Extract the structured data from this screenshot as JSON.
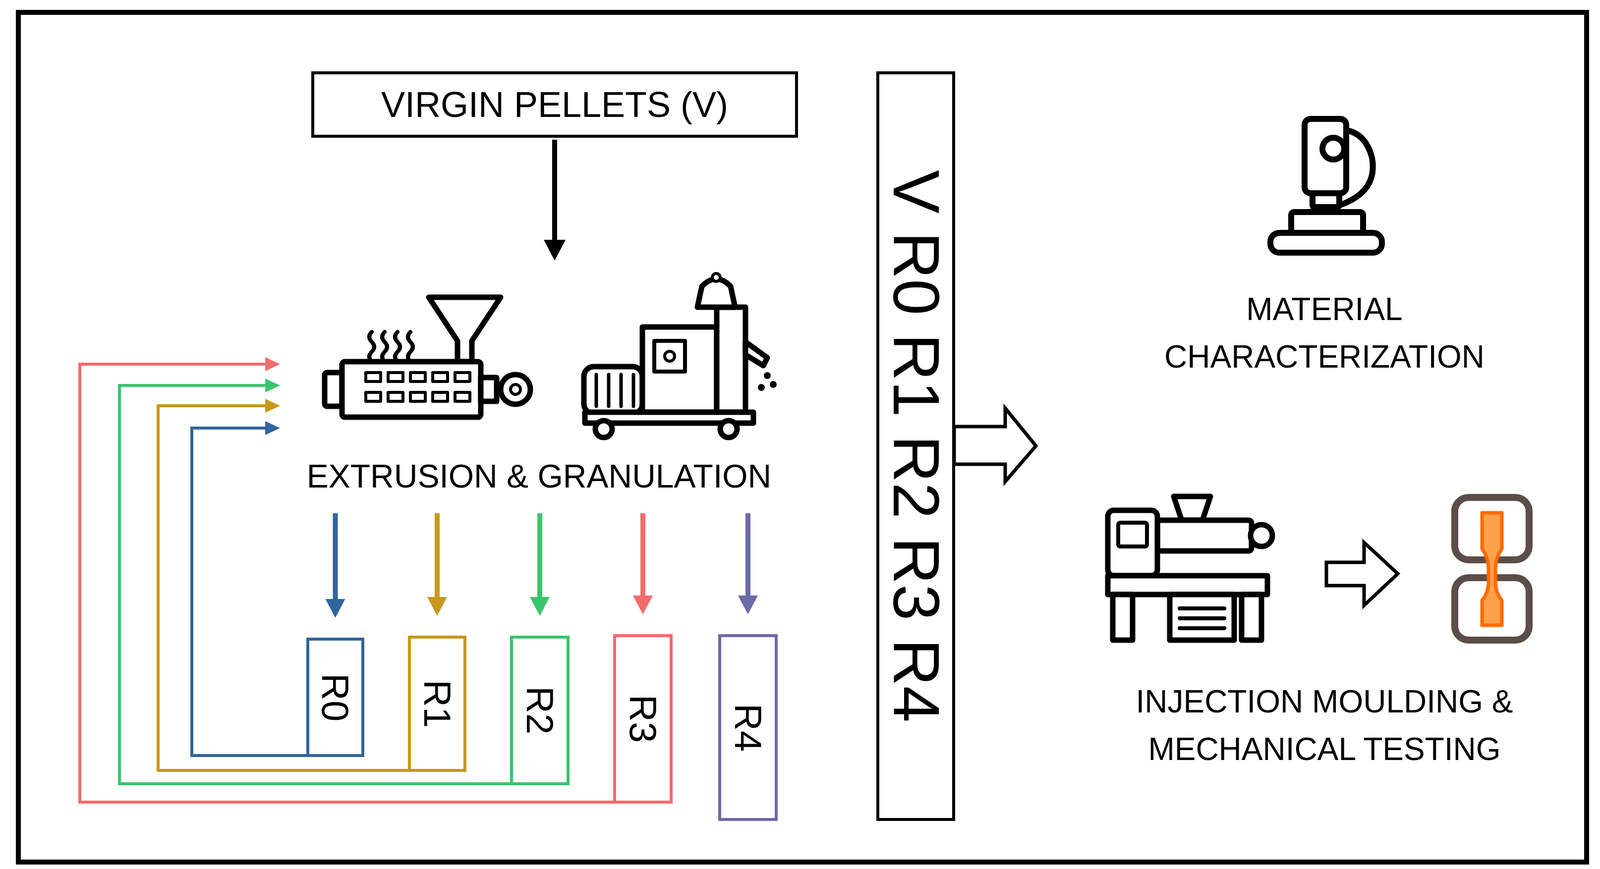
{
  "diagram": {
    "nodes": [
      {
        "text": [
          "VIRGIN PELLETS (V)"
        ]
      },
      {
        "text": [
          "EXTRUSION & GRANULATION"
        ]
      },
      {
        "text": [
          "R0"
        ]
      },
      {
        "text": [
          "R1"
        ]
      },
      {
        "text": [
          "R2"
        ]
      },
      {
        "text": [
          "R3"
        ]
      },
      {
        "text": [
          "R4"
        ]
      },
      {
        "text": [
          "V R0 R1 R2 R3 R4"
        ]
      }
    ],
    "edges": [
      {
        "from": 0,
        "to": 1,
        "arrow": "to"
      },
      {
        "from": 1,
        "to": 2,
        "arrow": "to"
      },
      {
        "from": 1,
        "to": 3,
        "arrow": "to"
      },
      {
        "from": 1,
        "to": 4,
        "arrow": "to"
      },
      {
        "from": 1,
        "to": 5,
        "arrow": "to"
      },
      {
        "from": 1,
        "to": 6,
        "arrow": "to"
      },
      {
        "from": 2,
        "to": 1,
        "arrow": "to"
      },
      {
        "from": 3,
        "to": 1,
        "arrow": "to"
      },
      {
        "from": 4,
        "to": 1,
        "arrow": "to"
      },
      {
        "from": 5,
        "to": 1,
        "arrow": "to"
      }
    ],
    "labels": [
      "MATERIAL CHARACTERIZATION",
      "INJECTION MOULDING & MECHANICAL TESTING"
    ]
  }
}
